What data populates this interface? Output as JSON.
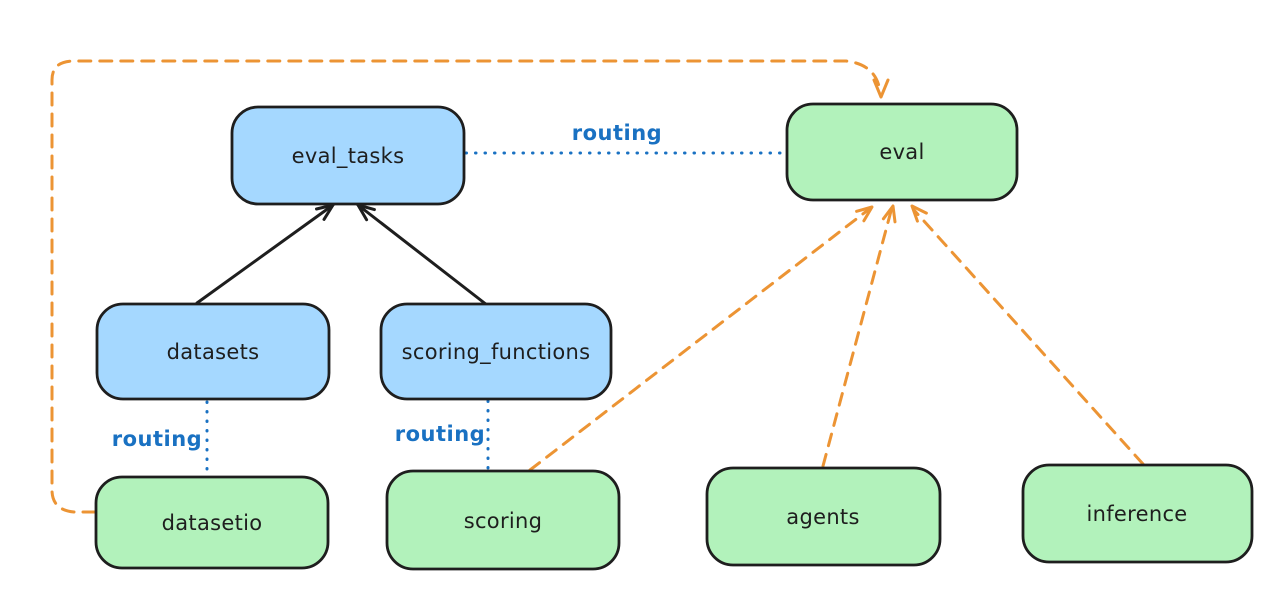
{
  "diagram": {
    "nodes": [
      {
        "id": "eval_tasks",
        "label": "eval_tasks",
        "kind": "resource",
        "fill": "#a5d8ff"
      },
      {
        "id": "eval",
        "label": "eval",
        "kind": "api",
        "fill": "#b2f2bb"
      },
      {
        "id": "datasets",
        "label": "datasets",
        "kind": "resource",
        "fill": "#a5d8ff"
      },
      {
        "id": "scoring_functions",
        "label": "scoring_functions",
        "kind": "resource",
        "fill": "#a5d8ff"
      },
      {
        "id": "datasetio",
        "label": "datasetio",
        "kind": "api",
        "fill": "#b2f2bb"
      },
      {
        "id": "scoring",
        "label": "scoring",
        "kind": "api",
        "fill": "#b2f2bb"
      },
      {
        "id": "agents",
        "label": "agents",
        "kind": "api",
        "fill": "#b2f2bb"
      },
      {
        "id": "inference",
        "label": "inference",
        "kind": "api",
        "fill": "#b2f2bb"
      }
    ],
    "edges": [
      {
        "from": "eval_tasks",
        "to": "eval",
        "label": "routing",
        "style": "dotted-blue"
      },
      {
        "from": "datasets",
        "to": "datasetio",
        "label": "routing",
        "style": "dotted-blue"
      },
      {
        "from": "scoring_functions",
        "to": "scoring",
        "label": "routing",
        "style": "dotted-blue"
      },
      {
        "from": "datasets",
        "to": "eval_tasks",
        "label": "",
        "style": "solid-black-arrow"
      },
      {
        "from": "scoring_functions",
        "to": "eval_tasks",
        "label": "",
        "style": "solid-black-arrow"
      },
      {
        "from": "datasetio",
        "to": "eval",
        "label": "",
        "style": "dashed-orange-arrow"
      },
      {
        "from": "scoring",
        "to": "eval",
        "label": "",
        "style": "dashed-orange-arrow"
      },
      {
        "from": "agents",
        "to": "eval",
        "label": "",
        "style": "dashed-orange-arrow"
      },
      {
        "from": "inference",
        "to": "eval",
        "label": "",
        "style": "dashed-orange-arrow"
      }
    ],
    "colors": {
      "node_fill_blue": "#a5d8ff",
      "node_fill_green": "#b2f2bb",
      "node_stroke": "#1e1e1e",
      "routing_blue": "#1971c2",
      "orange_dashed": "#ec9434",
      "background": "#ffffff"
    }
  }
}
